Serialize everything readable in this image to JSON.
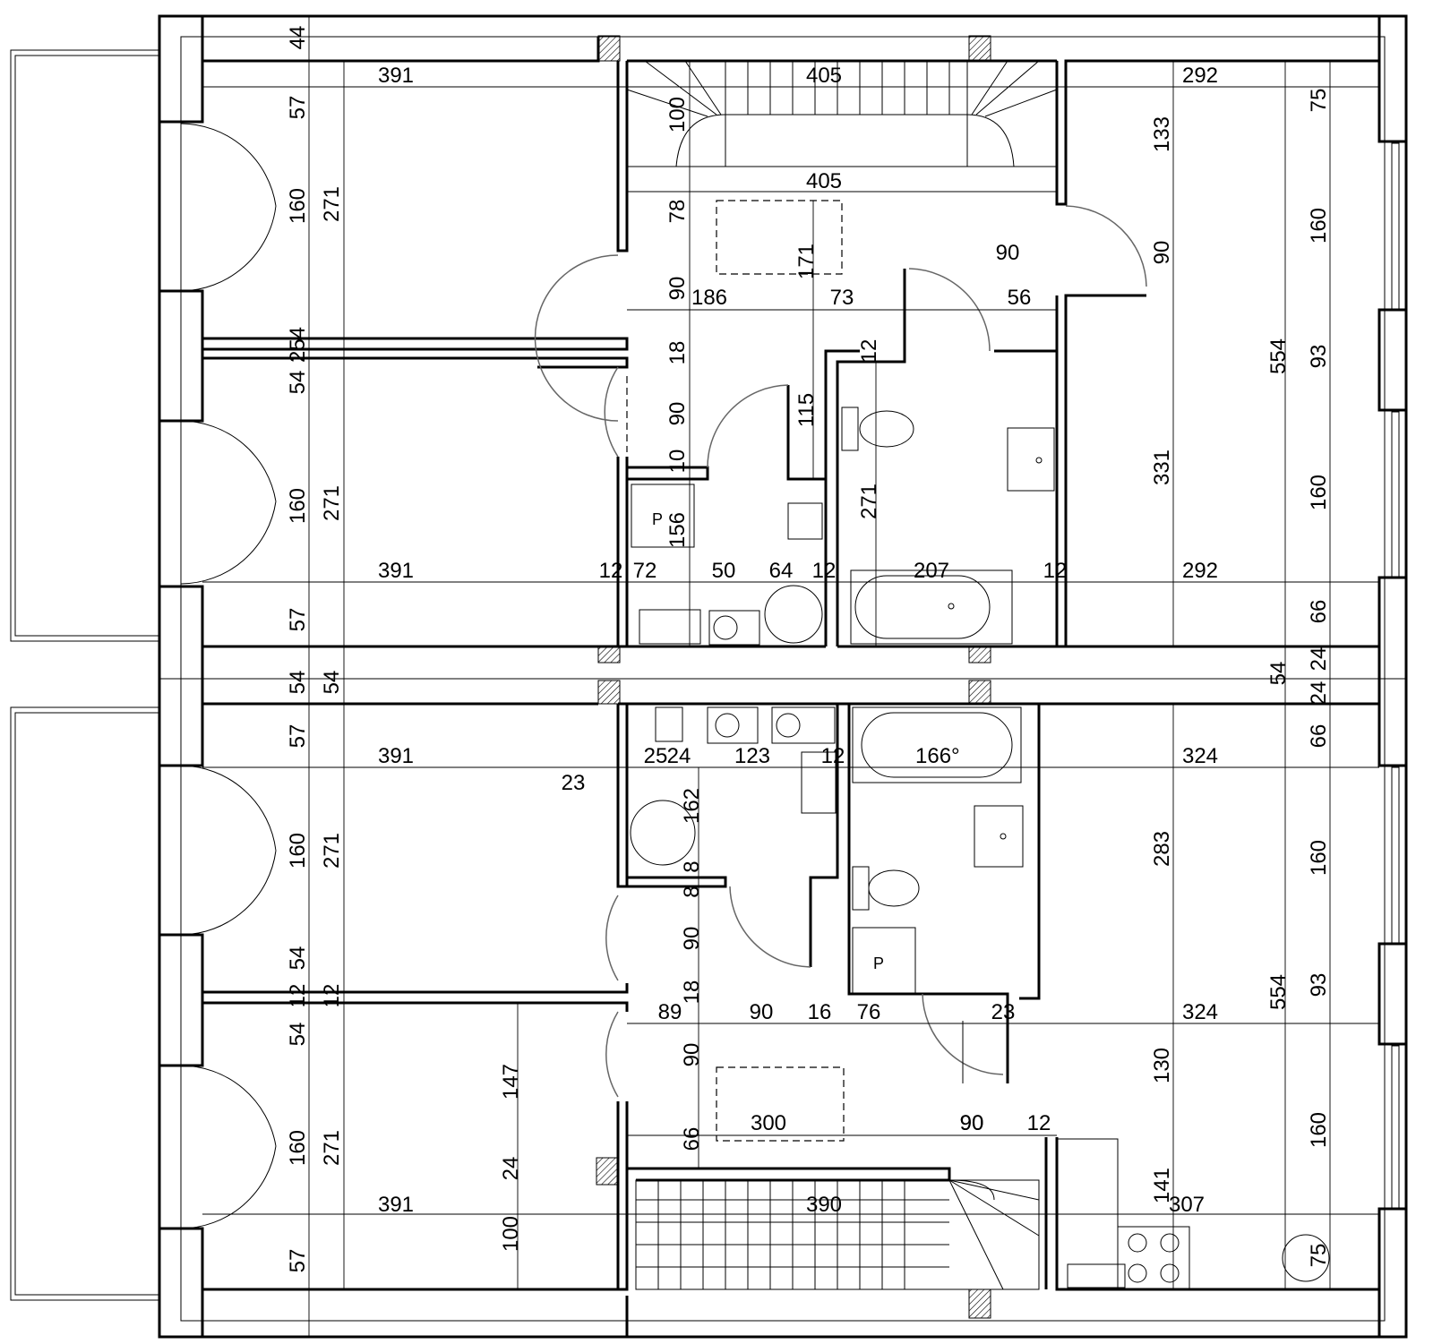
{
  "drawing": {
    "angle_label": "166°",
    "appliance_label": "P"
  },
  "dimensions_horizontal": [
    "391",
    "405",
    "292",
    "405",
    "186",
    "73",
    "56",
    "90",
    "391",
    "12",
    "72",
    "50",
    "64",
    "12",
    "207",
    "12",
    "292",
    "391",
    "25",
    "24",
    "123",
    "12",
    "324",
    "23",
    "89",
    "90",
    "16",
    "76",
    "23",
    "324",
    "90",
    "300",
    "90",
    "12",
    "390",
    "391",
    "307"
  ],
  "dimensions_vertical": [
    "44",
    "57",
    "160",
    "271",
    "254",
    "54",
    "160",
    "271",
    "57",
    "54",
    "54",
    "57",
    "160",
    "271",
    "54",
    "12",
    "12",
    "54",
    "160",
    "271",
    "57",
    "100",
    "78",
    "90",
    "18",
    "90",
    "10",
    "156",
    "171",
    "115",
    "12",
    "271",
    "133",
    "90",
    "331",
    "75",
    "160",
    "93",
    "160",
    "66",
    "554",
    "54",
    "24",
    "24",
    "162",
    "8",
    "8",
    "90",
    "18",
    "90",
    "66",
    "147",
    "24",
    "100",
    "283",
    "130",
    "141",
    "66",
    "160",
    "93",
    "160",
    "75",
    "554"
  ]
}
